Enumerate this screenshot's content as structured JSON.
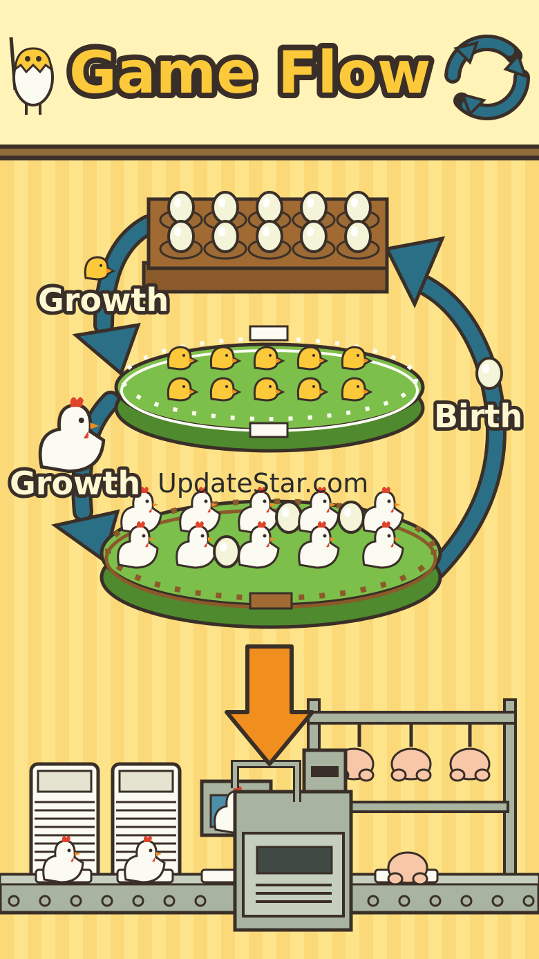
{
  "header": {
    "title_word1": "Game",
    "title_word2": "Flow"
  },
  "flow": {
    "label_growth_chick": "Growth",
    "label_birth": "Birth",
    "label_growth_chicken": "Growth"
  },
  "watermark": "UpdateStar.com",
  "colors": {
    "header_bg": "#fff3b8",
    "title_fill": "#fcc93a",
    "outline": "#3a2f28",
    "arrow_blue": "#2b6f87",
    "grass": "#7dbf4b",
    "orange_arrow": "#f08f1e",
    "label_fill": "#fdf7d2"
  }
}
